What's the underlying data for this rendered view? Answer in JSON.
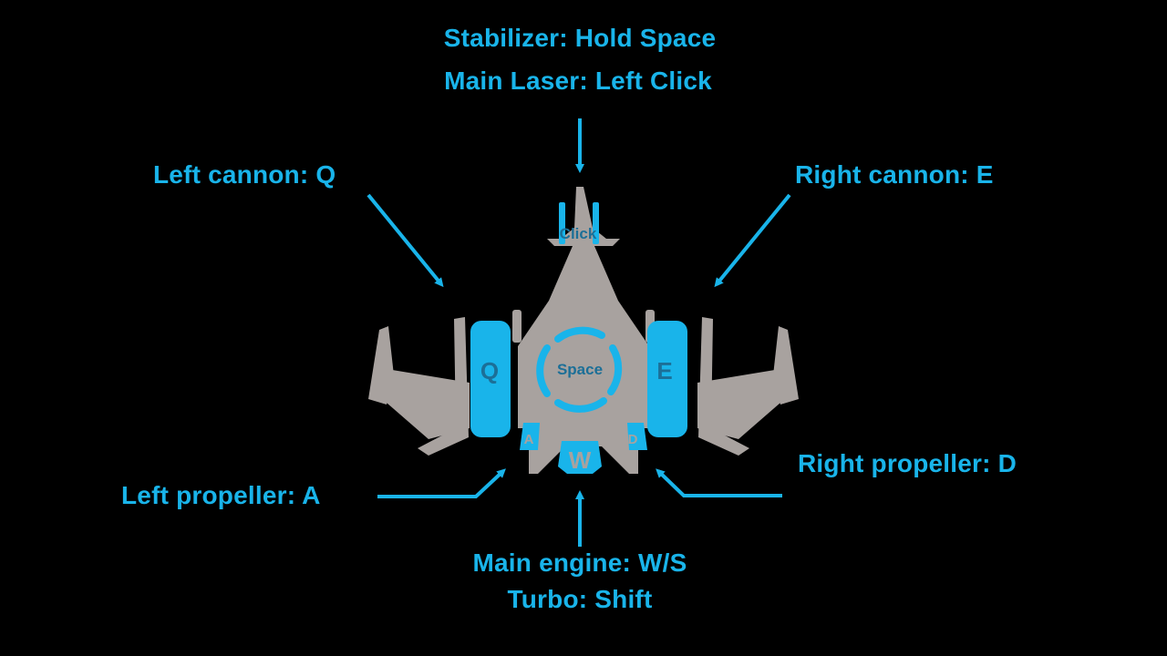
{
  "colors": {
    "background": "#000000",
    "accent": "#19b4ea",
    "ship_body": "#a8a29f",
    "key_text": "#1c6f97"
  },
  "callouts": {
    "stabilizer": "Stabilizer: Hold Space",
    "main_laser": "Main Laser: Left Click",
    "left_cannon": "Left cannon: Q",
    "right_cannon": "Right cannon: E",
    "left_propeller": "Left propeller: A",
    "right_propeller": "Right propeller: D",
    "main_engine": "Main engine: W/S",
    "turbo": "Turbo: Shift"
  },
  "ship_keys": {
    "click": "Click",
    "space": "Space",
    "q": "Q",
    "e": "E",
    "a": "A",
    "d": "D",
    "w": "W"
  }
}
